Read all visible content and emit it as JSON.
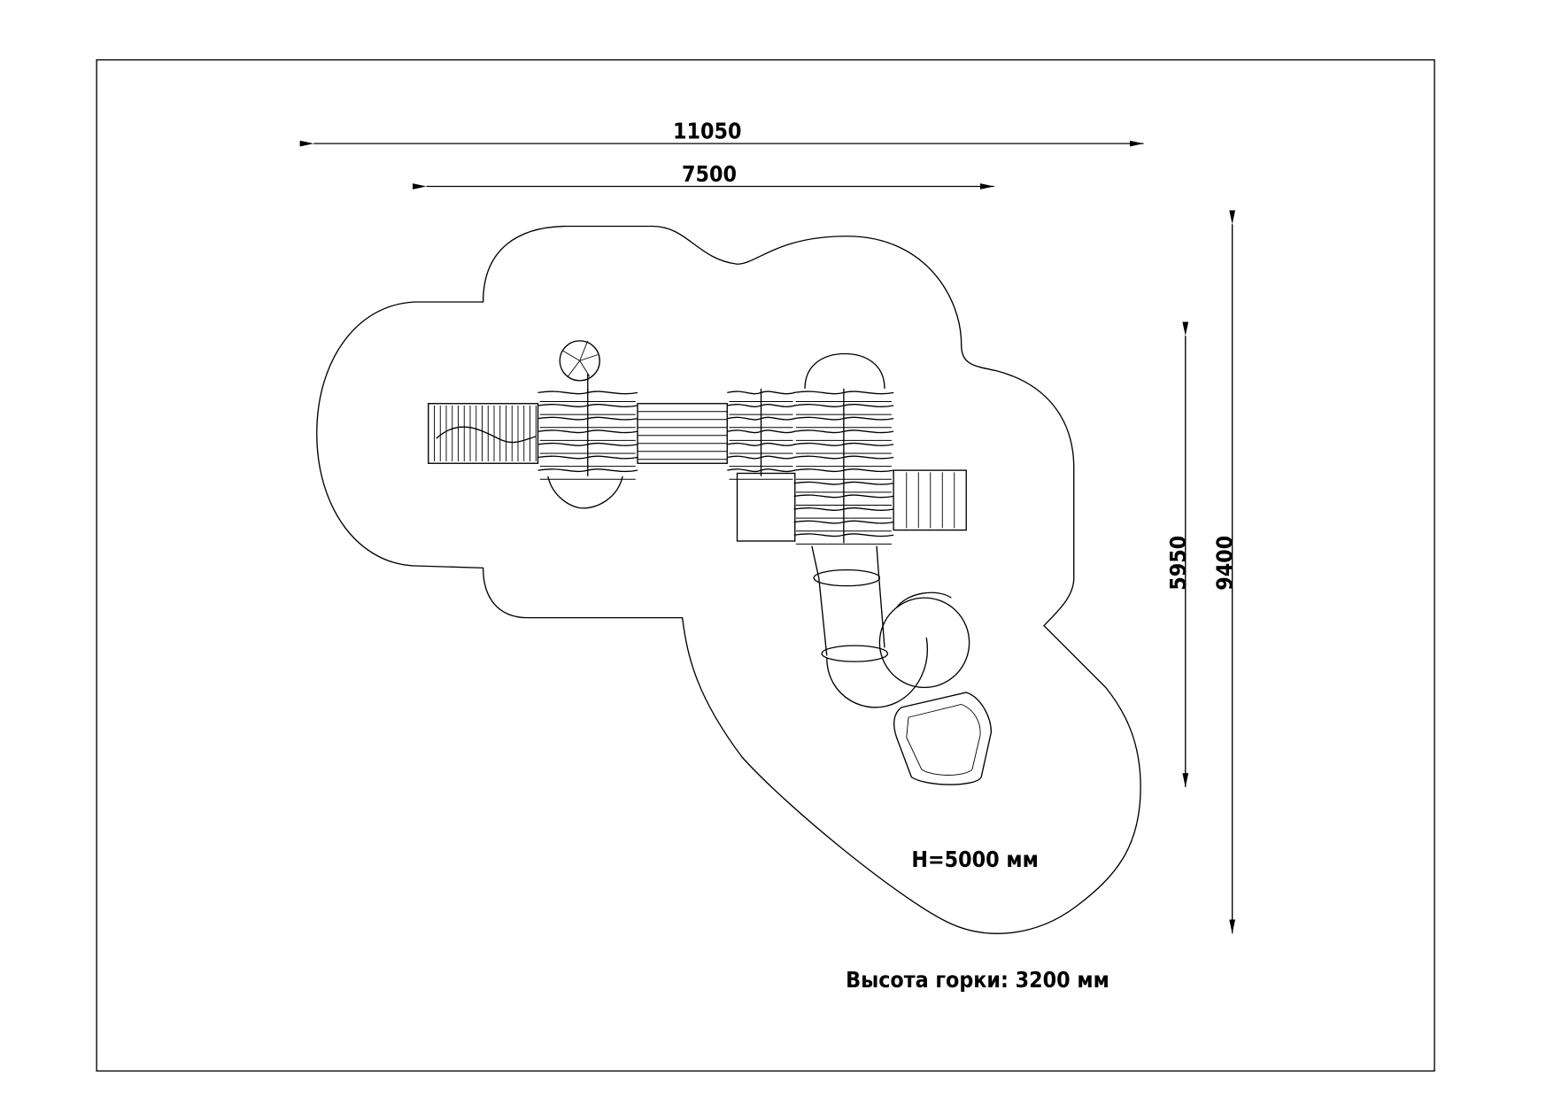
{
  "drawing": {
    "dimensions": {
      "overall_width": "11050",
      "platform_width": "7500",
      "platform_depth": "5950",
      "overall_depth": "9400"
    },
    "height_label": "H=5000 мм",
    "slide_height_label": "Высота горки: 3200 мм"
  }
}
